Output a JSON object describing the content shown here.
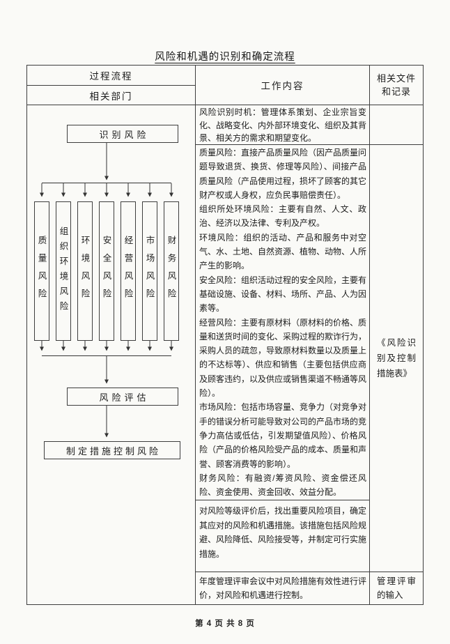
{
  "page": {
    "title": "风险和机遇的识别和确定流程",
    "footer": "第 4 页 共 8 页"
  },
  "headers": {
    "process_flow": "过程流程",
    "related_dept": "相关部门",
    "work_content": "工作内容",
    "related_docs": "相关文件和记录"
  },
  "flow": {
    "start": "识别风险",
    "risks": [
      "质量风险",
      "组织环境风险",
      "环境风险",
      "安全风险",
      "经营风险",
      "市场风险",
      "财务风险"
    ],
    "assess": "风险评估",
    "control": "制定措施控制风险"
  },
  "work": {
    "row1": "风险识别时机：管理体系策划、企业宗旨变化、战略变化、内外部环境变化、组织及其背景、相关方的需求和期望变化。",
    "row2": [
      "质量风险：直接产品质量风险（因产品质量问题导致退货、换货、修理等风险）、间接产品质量风险（产品使用过程，损坏了顾客的其它财产权或人身权，应负民事赔偿责任）。",
      "组织所处环境风险：主要有自然、人文、政治、经济以及法律、专利及产权。",
      "环境风险：组织的活动、产品和服务中对空气、水、土地、自然资源、植物、动物、人所产生的影响。",
      "安全风险：组织活动过程的安全风险，主要有基础设施、设备、材料、场所、产品、人为因素等。",
      "经营风险：主要有原材料（原材料的价格、质量和送货时间的变化、采购过程的欺诈行为，采购人员的疏忽，导致原材料数量以及质量上的不达标等）、供应和销售（主要包括供应商及顾客违约，以及供应或销售渠道不畅通等风险）。",
      "市场风险：包括市场容量、竞争力（对竞争对手的错误分析可能导致对公司的产品市场的竞争力高估或低估，引发期望值风险）、价格风险（产品的价格风险受产品的成本、质量和声誉、顾客消费等的影响）。",
      "财务风险：有融资/筹资风险、资金偿还风险、资金使用、资金回收、效益分配。"
    ],
    "row3": "对风险等级评价后，找出重要风险项目，确定其应对的风险和机遇措施。该措施包括风险规避、风险降低、风险接受等，并制定可行实施措施。",
    "row4": "年度管理评审会议中对风险措施有效性进行评价，对风险和机遇进行控制。"
  },
  "docs": {
    "measure_table": "《风险识别及控制措施表》",
    "review_input": "管理评审的输入"
  }
}
